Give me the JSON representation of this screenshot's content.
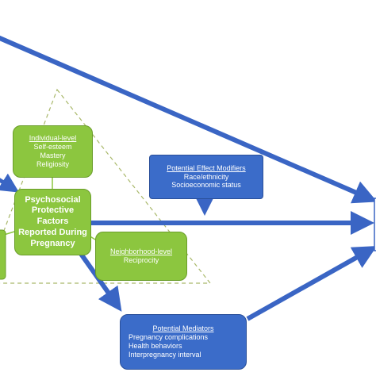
{
  "individual": {
    "title": "Individual-level",
    "items": [
      "Self-esteem",
      "Mastery",
      "Religiosity"
    ]
  },
  "psychosocial": {
    "lines": [
      "Psychosocial",
      "Protective Factors",
      "Reported During",
      "Pregnancy"
    ]
  },
  "neighborhood": {
    "title": "Neighborhood-level",
    "items": [
      "Reciprocity"
    ]
  },
  "modifiers": {
    "title": "Potential Effect Modifiers",
    "items": [
      "Race/ethnicity",
      "Socioeconomic status"
    ]
  },
  "mediators": {
    "title": "Potential Mediators",
    "items": [
      "Pregnancy complications",
      "Health behaviors",
      "Interpregnancy interval"
    ]
  },
  "colors": {
    "green": "#8cc63f",
    "blue": "#3b6cc9",
    "arrow": "#3a65c4",
    "triangle": "#a9b86a"
  }
}
